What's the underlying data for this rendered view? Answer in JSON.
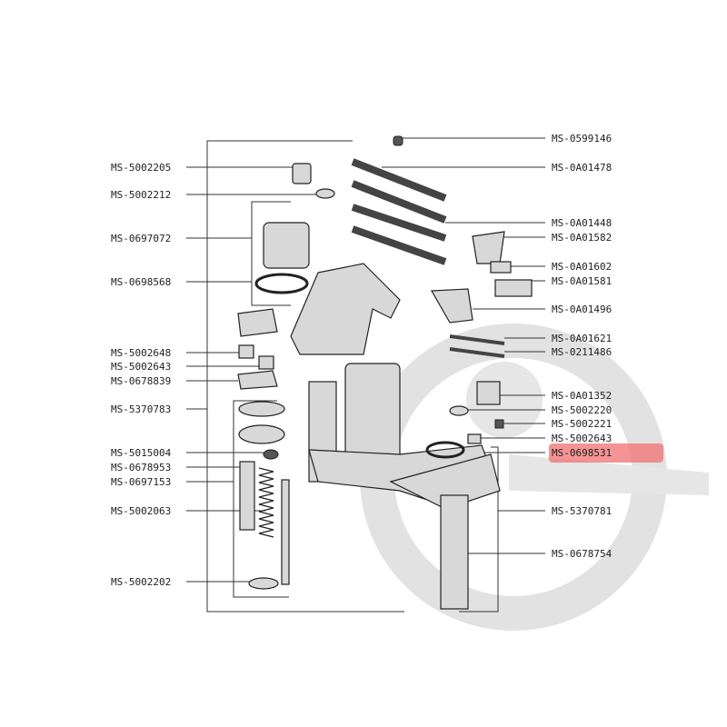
{
  "diagram": {
    "left_labels": [
      "MS-5002205",
      "MS-5002212",
      "MS-0697072",
      "MS-0698568",
      "MS-5002648",
      "MS-5002643",
      "MS-0678839",
      "MS-5370783",
      "MS-5015004",
      "MS-0678953",
      "MS-0697153",
      "MS-5002063",
      "MS-5002202"
    ],
    "right_labels": [
      "MS-0599146",
      "MS-0A01478",
      "MS-0A01448",
      "MS-0A01582",
      "MS-0A01602",
      "MS-0A01581",
      "MS-0A01496",
      "MS-0A01621",
      "MS-0211486",
      "MS-0A01352",
      "MS-5002220",
      "MS-5002221",
      "MS-5002643",
      "MS-0698531",
      "MS-5370781",
      "MS-0678754"
    ],
    "highlighted_label": "MS-0698531",
    "highlight_color": "#f07070",
    "watermark_color": "#dcdcdc"
  }
}
